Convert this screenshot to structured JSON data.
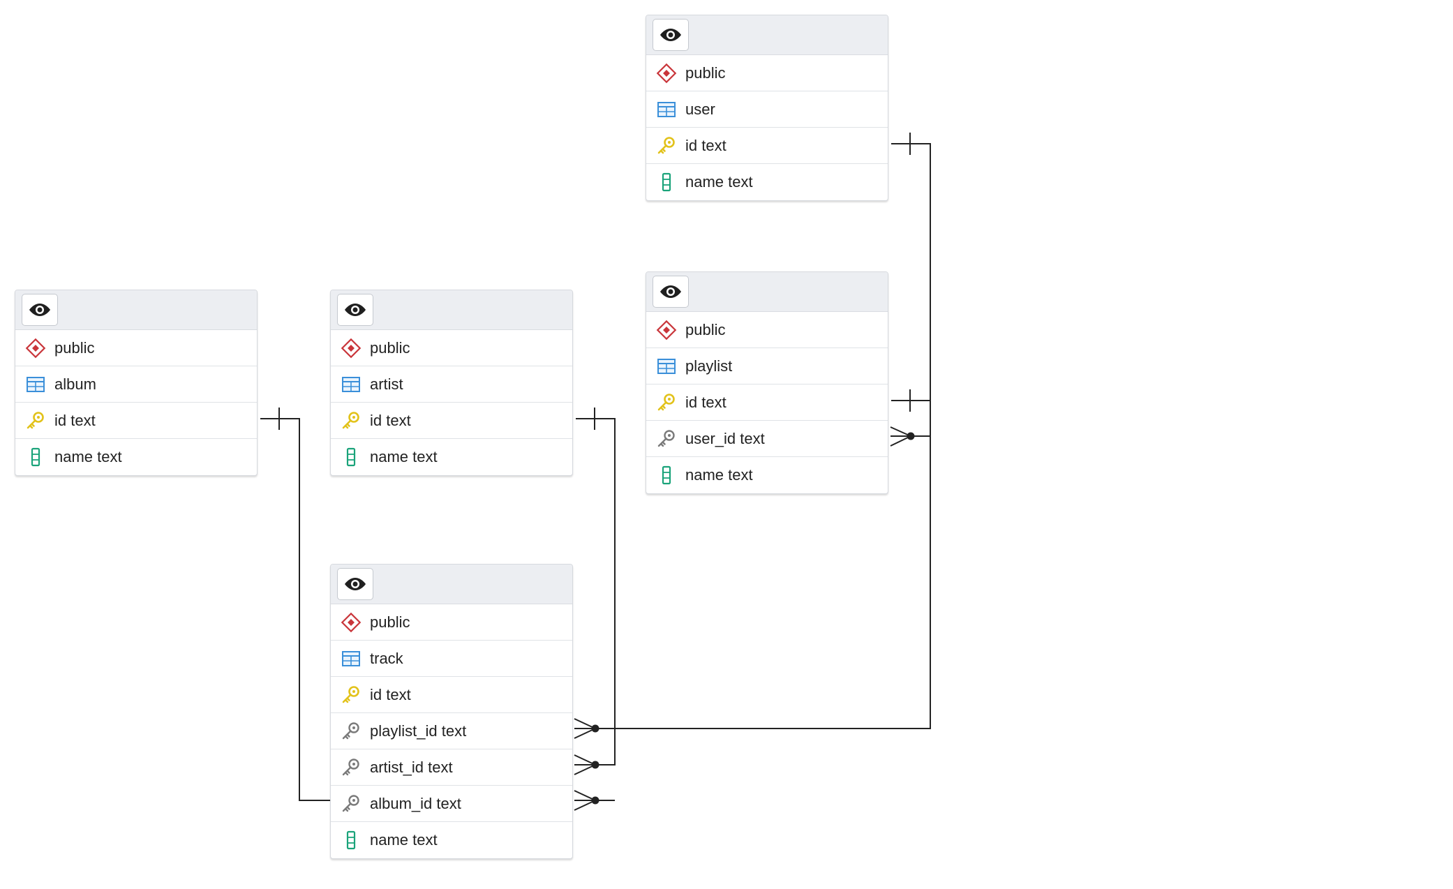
{
  "colors": {
    "schema_icon": "#c9353a",
    "table_icon": "#3a8fd9",
    "primary_key_icon": "#e2c21a",
    "foreign_key_icon": "#7a7a7a",
    "column_icon": "#1aa37a",
    "connector_line": "#222222",
    "header_bg": "#eceef2"
  },
  "entities": [
    {
      "schema": "public",
      "table": "user",
      "columns": [
        {
          "label": "id text",
          "kind": "primary-key"
        },
        {
          "label": "name text",
          "kind": "column"
        }
      ]
    },
    {
      "schema": "public",
      "table": "album",
      "columns": [
        {
          "label": "id text",
          "kind": "primary-key"
        },
        {
          "label": "name text",
          "kind": "column"
        }
      ]
    },
    {
      "schema": "public",
      "table": "artist",
      "columns": [
        {
          "label": "id text",
          "kind": "primary-key"
        },
        {
          "label": "name text",
          "kind": "column"
        }
      ]
    },
    {
      "schema": "public",
      "table": "playlist",
      "columns": [
        {
          "label": "id text",
          "kind": "primary-key"
        },
        {
          "label": "user_id text",
          "kind": "foreign-key"
        },
        {
          "label": "name text",
          "kind": "column"
        }
      ]
    },
    {
      "schema": "public",
      "table": "track",
      "columns": [
        {
          "label": "id text",
          "kind": "primary-key"
        },
        {
          "label": "playlist_id text",
          "kind": "foreign-key"
        },
        {
          "label": "artist_id text",
          "kind": "foreign-key"
        },
        {
          "label": "album_id text",
          "kind": "foreign-key"
        },
        {
          "label": "name text",
          "kind": "column"
        }
      ]
    }
  ],
  "relationships": [
    {
      "from": "user.id",
      "to": "playlist.user_id",
      "cardinality": "one-to-many"
    },
    {
      "from": "playlist.id",
      "to": "track.playlist_id",
      "cardinality": "one-to-many"
    },
    {
      "from": "artist.id",
      "to": "track.artist_id",
      "cardinality": "one-to-many"
    },
    {
      "from": "album.id",
      "to": "track.album_id",
      "cardinality": "one-to-many"
    }
  ]
}
